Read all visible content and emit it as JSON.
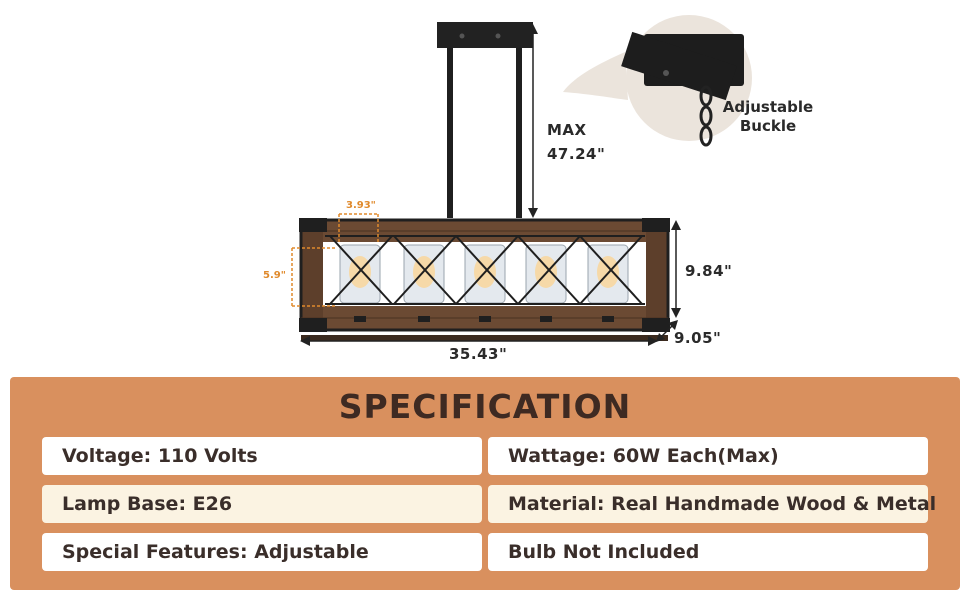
{
  "dimensions": {
    "max_label": "MAX",
    "max_value": "47.24\"",
    "height": "9.84\"",
    "depth": "9.05\"",
    "length": "35.43\"",
    "shade_width": "3.93\"",
    "shade_height": "5.9\""
  },
  "inset": {
    "label_line1": "Adjustable",
    "label_line2": "Buckle"
  },
  "spec": {
    "title": "SPECIFICATION",
    "items": [
      "Voltage: 110 Volts",
      "Wattage: 60W Each(Max)",
      "Lamp Base: E26",
      "Material: Real Handmade Wood & Metal",
      "Special Features: Adjustable",
      "Bulb Not Included"
    ]
  },
  "colors": {
    "panel": "#d9905e",
    "title": "#3e2a22",
    "accent": "#e08a2c",
    "wood": "#6b4a33",
    "metal": "#1f1f1f"
  }
}
